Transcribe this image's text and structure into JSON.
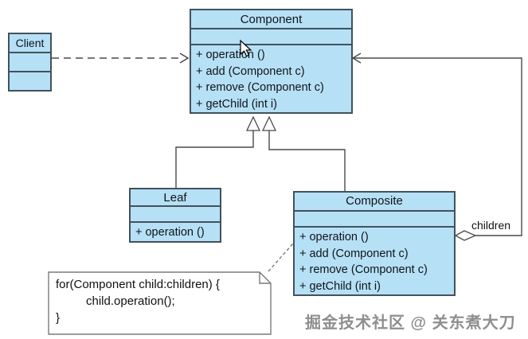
{
  "diagram": {
    "client": {
      "name": "Client"
    },
    "component": {
      "name": "Component",
      "methods": [
        "+ operation ()",
        "+ add (Component c)",
        "+ remove (Component c)",
        "+ getChild (int i)"
      ]
    },
    "leaf": {
      "name": "Leaf",
      "methods": [
        "+ operation ()"
      ]
    },
    "composite": {
      "name": "Composite",
      "methods": [
        "+ operation ()",
        "+ add (Component c)",
        "+ remove (Component c)",
        "+ getChild (int i)"
      ]
    },
    "note": {
      "line1": "for(Component child:children) {",
      "line2": "child.operation();",
      "line3": "}"
    },
    "children_label": "children",
    "watermark": "掘金技术社区 @ 关东煮大刀",
    "colors": {
      "box_fill": "#B6E0F6",
      "box_border": "#42525B",
      "line": "#4a4a4a",
      "note_border": "#7a7a7a"
    }
  }
}
